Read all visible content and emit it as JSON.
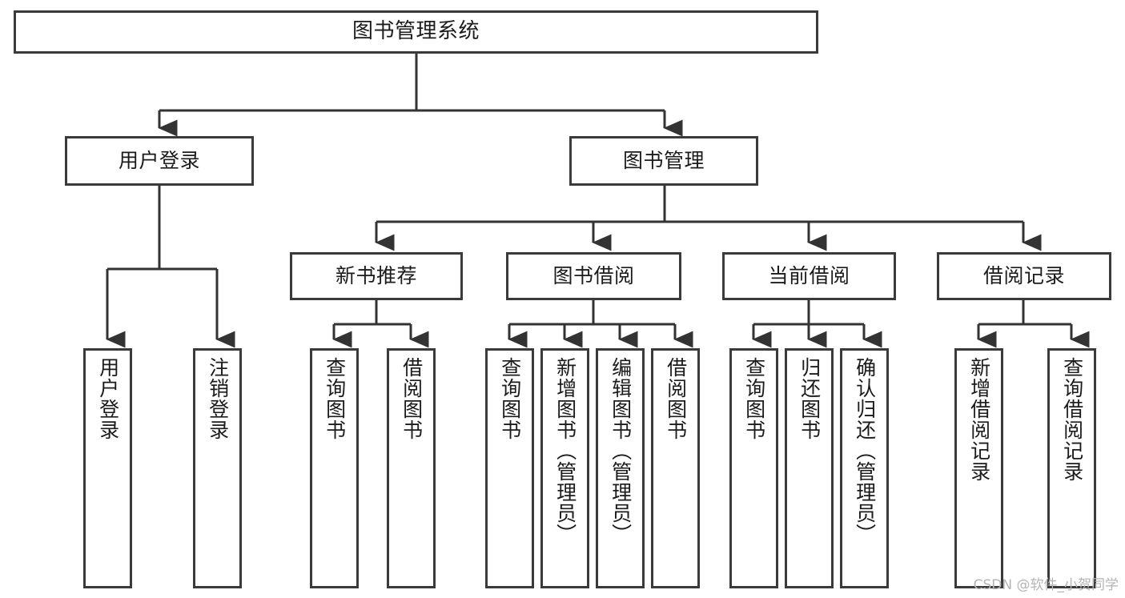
{
  "diagram": {
    "type": "tree-hierarchy-chart",
    "title_text": "图书管理系统",
    "colors": {
      "background": "#ffffff",
      "box_stroke": "#3a3a3a",
      "box_fill": "#ffffff",
      "edge_stroke": "#333333",
      "text": "#1b1b1b",
      "watermark": "#b4b4b4"
    },
    "levels": {
      "root": "图书管理系统",
      "level2": [
        "用户登录",
        "图书管理"
      ],
      "level3": [
        "新书推荐",
        "图书借阅",
        "当前借阅",
        "借阅记录"
      ],
      "leaves": [
        "用户登录",
        "注销登录",
        "查询图书",
        "借阅图书",
        "查询图书",
        "新增图书（管理员）",
        "编辑图书（管理员）",
        "借阅图书",
        "查询图书",
        "归还图书",
        "确认归还（管理员）",
        "新增借阅记录",
        "查询借阅记录"
      ]
    },
    "nodes": {
      "root": {
        "label": "图书管理系统"
      },
      "user_login": {
        "label": "用户登录"
      },
      "book_manage": {
        "label": "图书管理"
      },
      "new_book_rec": {
        "label": "新书推荐"
      },
      "book_borrow": {
        "label": "图书借阅"
      },
      "current_borrow": {
        "label": "当前借阅"
      },
      "borrow_record": {
        "label": "借阅记录"
      },
      "leaf_user_login": {
        "label": "用户登录"
      },
      "leaf_logout": {
        "label": "注销登录"
      },
      "leaf_query_book_1": {
        "label": "查询图书"
      },
      "leaf_borrow_book_1": {
        "label": "借阅图书"
      },
      "leaf_query_book_2": {
        "label": "查询图书"
      },
      "leaf_add_book_admin": {
        "label": "新增图书（管理员）"
      },
      "leaf_edit_book_admin": {
        "label": "编辑图书（管理员）"
      },
      "leaf_borrow_book_2": {
        "label": "借阅图书"
      },
      "leaf_query_book_3": {
        "label": "查询图书"
      },
      "leaf_return_book": {
        "label": "归还图书"
      },
      "leaf_confirm_return_admin": {
        "label": "确认归还（管理员）"
      },
      "leaf_add_borrow_record": {
        "label": "新增借阅记录"
      },
      "leaf_query_borrow_record": {
        "label": "查询借阅记录"
      }
    },
    "watermark": "CSDN @软件_小贺同学"
  }
}
